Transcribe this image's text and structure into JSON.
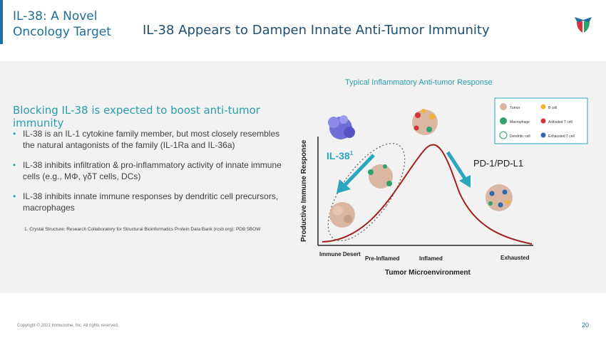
{
  "header": {
    "section_label": "IL-38: A Novel Oncology Target",
    "title": "IL-38 Appears to Dampen Innate Anti-Tumor Immunity",
    "logo_icon": "brand-logo-icon"
  },
  "content": {
    "subhead": "Blocking IL-38 is expected to boost anti-tumor immunity",
    "bullets": [
      "IL-38 is an IL-1 cytokine family member, but most closely resembles the natural antagonists of the family (IL-1Ra and IL-36a)",
      "IL-38 inhibits infiltration & pro-inflammatory activity of innate immune cells (e.g., MΦ, γδT cells, DCs)",
      "IL-38 inhibits innate immune responses by dendritic cell precursors, macrophages"
    ],
    "footnote": "1.   Crystal Structure: Research Collaboratory for Structural Bioinformatics Protein Data Bank (rcsb.org): PDB 5BOW"
  },
  "figure": {
    "title": "Typical Inflammatory Anti-tumor Response",
    "y_axis_label": "Productive Immune Response",
    "x_axis_label": "Tumor Microenvironment",
    "stages": [
      "Immune Desert",
      "Pre-Inflamed",
      "Inflamed",
      "Exhausted"
    ],
    "il38_label": "IL-38",
    "il38_superscript": "1",
    "pd_label": "PD-1/PD-L1",
    "legend": {
      "tumor": "Tumor",
      "macrophage": "Macrophage",
      "dendritic": "Dendritic cell",
      "bcell": "B cell",
      "activated": "Activated T cell",
      "exhausted": "Exhausted T cell"
    },
    "colors": {
      "curve": "#a31f1f",
      "arrow": "#2aa6bd",
      "macrophage": "#2ea36b",
      "bcell": "#f2b233",
      "activated": "#d2343b",
      "exhausted": "#2a6ab0"
    }
  },
  "footer": {
    "copyright": "Copyright © 2021 Immunome, Inc.  All rights reserved.",
    "page_number": "20"
  }
}
